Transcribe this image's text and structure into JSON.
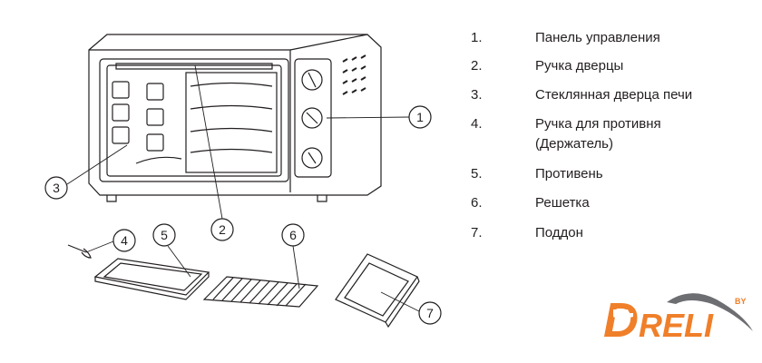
{
  "legend": [
    {
      "num": "1.",
      "label": "Панель управления"
    },
    {
      "num": "2.",
      "label": "Ручка дверцы"
    },
    {
      "num": "3.",
      "label": "Стеклянная дверца печи"
    },
    {
      "num": "4.",
      "label": "Ручка для противня",
      "label2": "(Держатель)"
    },
    {
      "num": "5.",
      "label": "Противень"
    },
    {
      "num": "6.",
      "label": "Решетка"
    },
    {
      "num": "7.",
      "label": "Поддон"
    }
  ],
  "callouts": [
    "1",
    "2",
    "3",
    "4",
    "5",
    "6",
    "7"
  ],
  "logo": {
    "text": "DRELI",
    "by": "BY",
    "color": "#f07f2a",
    "swoosh": "#6d6e71"
  }
}
